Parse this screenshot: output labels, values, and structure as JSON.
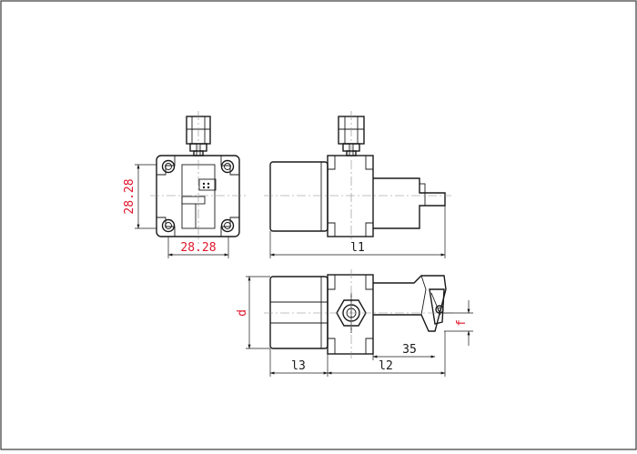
{
  "drawing": {
    "labels": {
      "square_height": "28.28",
      "square_width": "28.28",
      "l1": "l1",
      "l2": "l2",
      "l3": "l3",
      "d": "d",
      "f": "f",
      "dim_35": "35"
    },
    "colors": {
      "line": "#1a1a1a",
      "red_dimension": "#e0142a",
      "black_dimension": "#1a1a1a",
      "center_line": "#888888",
      "border": "#3a3a3a"
    }
  }
}
